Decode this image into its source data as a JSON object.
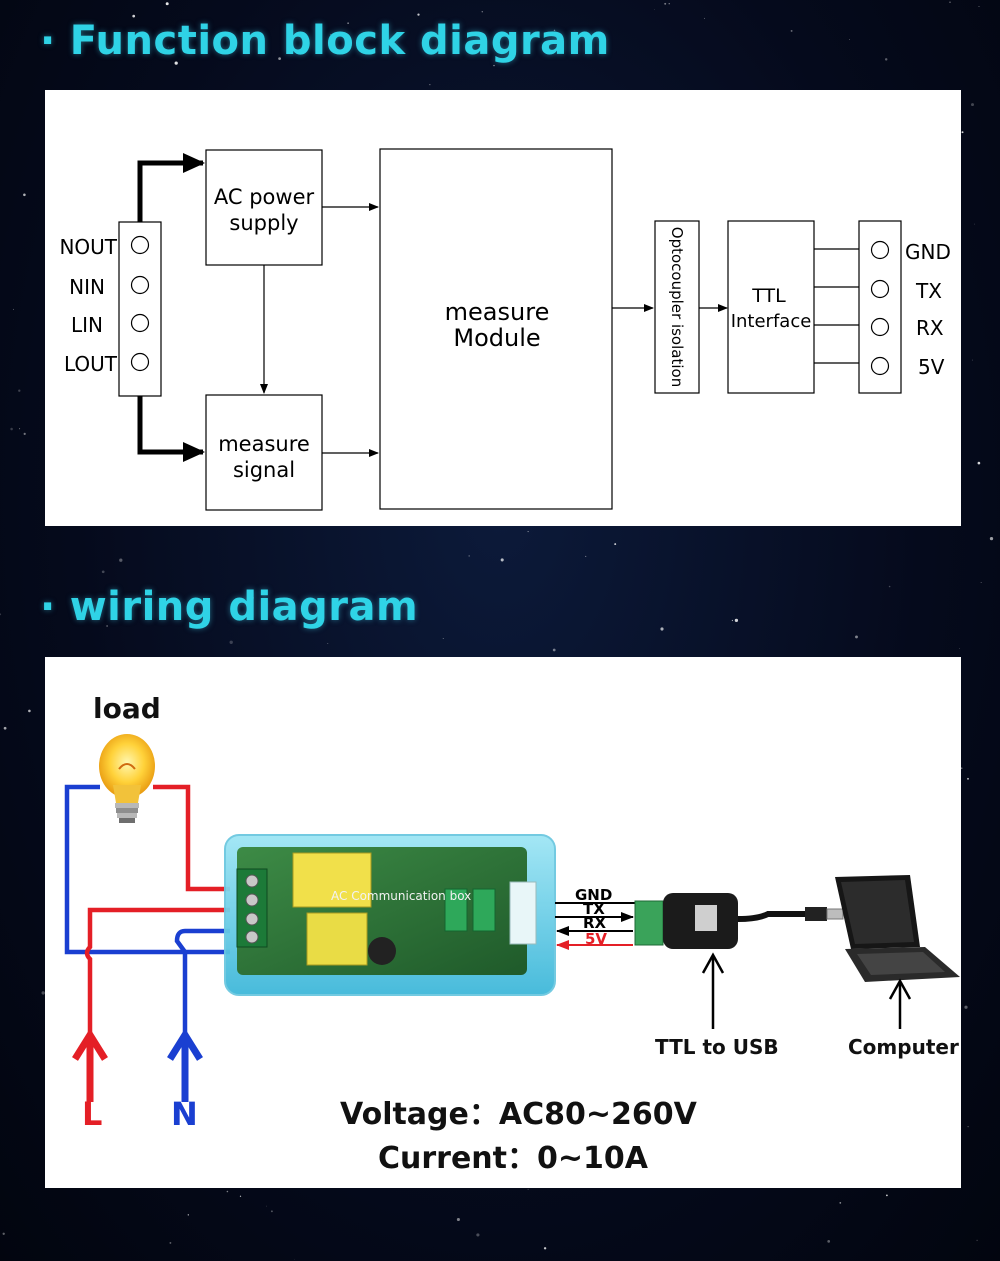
{
  "section1": {
    "title": "Function block diagram",
    "terminals_left": [
      "NOUT",
      "NIN",
      "LIN",
      "LOUT"
    ],
    "blocks": {
      "ac_power_supply": [
        "AC power",
        "supply"
      ],
      "measure_signal": [
        "measure",
        "signal"
      ],
      "measure_module": [
        "measure",
        "Module"
      ],
      "optocoupler": "Optocoupler isolation",
      "ttl_interface": [
        "TTL",
        "Interface"
      ]
    },
    "terminals_right": [
      "GND",
      "TX",
      "RX",
      "5V"
    ]
  },
  "section2": {
    "title": "wiring diagram",
    "load_label": "load",
    "pin_labels": [
      "GND",
      "TX",
      "RX",
      "5V"
    ],
    "board_text": "AC Communication box",
    "ttl_to_usb": "TTL to USB",
    "computer": "Computer",
    "line_labels": {
      "L": "L",
      "N": "N"
    },
    "voltage": "Voltage：AC80~260V",
    "current": "Current：0~10A"
  },
  "colors": {
    "title": "#2fd3e6",
    "live_wire": "#e41f26",
    "neutral_wire": "#1a3fd1",
    "module_shell": "#5fd0e8",
    "pcb": "#2f7a3a"
  }
}
